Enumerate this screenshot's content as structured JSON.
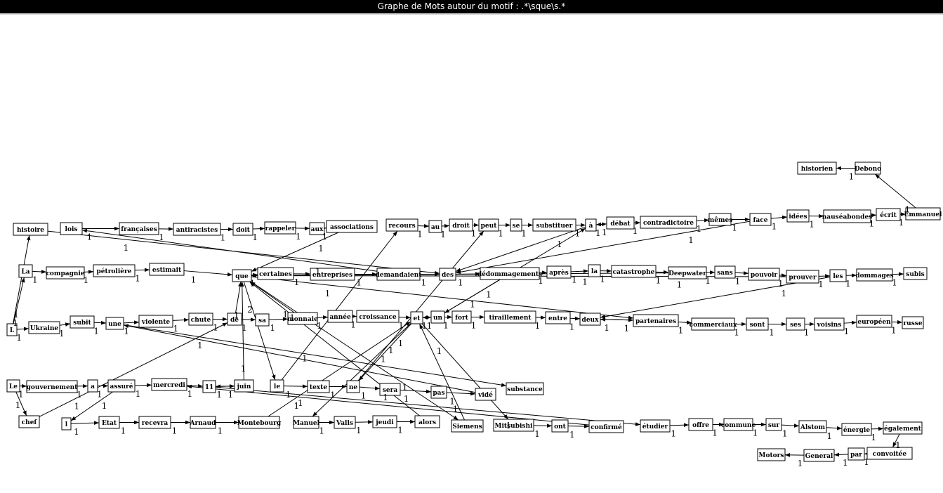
{
  "window": {
    "title": "Graphe de Mots autour du motif : .*\\sque\\s.*"
  },
  "graph": {
    "nodes": [
      {
        "id": "Debono",
        "label": "Debono"
      },
      {
        "id": "historien",
        "label": "historien"
      },
      {
        "id": "Emmanuel",
        "label": "Emmanuel"
      },
      {
        "id": "ecrit",
        "label": "écrit"
      },
      {
        "id": "nauseabondes",
        "label": "nauséabondes"
      },
      {
        "id": "idees",
        "label": "idées"
      },
      {
        "id": "face",
        "label": "face"
      },
      {
        "id": "memes",
        "label": "mêmes"
      },
      {
        "id": "contradictoire",
        "label": "contradictoire"
      },
      {
        "id": "debat",
        "label": "débat"
      },
      {
        "id": "a_acc",
        "label": "à"
      },
      {
        "id": "substituer",
        "label": "substituer"
      },
      {
        "id": "se",
        "label": "se"
      },
      {
        "id": "peut",
        "label": "peut"
      },
      {
        "id": "droit",
        "label": "droit"
      },
      {
        "id": "au",
        "label": "au"
      },
      {
        "id": "recours",
        "label": "recours"
      },
      {
        "id": "histoire",
        "label": "histoire"
      },
      {
        "id": "lois",
        "label": "lois"
      },
      {
        "id": "francaises",
        "label": "françaises"
      },
      {
        "id": "antiracistes",
        "label": "antiracistes"
      },
      {
        "id": "doit",
        "label": "doit"
      },
      {
        "id": "rappeler",
        "label": "rappeler"
      },
      {
        "id": "aux",
        "label": "aux"
      },
      {
        "id": "associations",
        "label": "associations"
      },
      {
        "id": "La",
        "label": "La"
      },
      {
        "id": "compagnie",
        "label": "compagnie"
      },
      {
        "id": "petroliere",
        "label": "pétrolière"
      },
      {
        "id": "estimait",
        "label": "estimait"
      },
      {
        "id": "que",
        "label": "que"
      },
      {
        "id": "certaines",
        "label": "certaines"
      },
      {
        "id": "entreprises",
        "label": "entreprises"
      },
      {
        "id": "demandaient",
        "label": "demandaient"
      },
      {
        "id": "des",
        "label": "des"
      },
      {
        "id": "dedommagements",
        "label": "dédommagements"
      },
      {
        "id": "apres",
        "label": "après"
      },
      {
        "id": "la",
        "label": "la"
      },
      {
        "id": "catastrophe",
        "label": "catastrophe"
      },
      {
        "id": "Deepwater",
        "label": "Deepwater"
      },
      {
        "id": "sans",
        "label": "sans"
      },
      {
        "id": "pouvoir",
        "label": "pouvoir"
      },
      {
        "id": "prouver",
        "label": "prouver"
      },
      {
        "id": "les",
        "label": "les"
      },
      {
        "id": "dommages",
        "label": "dommages"
      },
      {
        "id": "subis",
        "label": "subis"
      },
      {
        "id": "L",
        "label": "L"
      },
      {
        "id": "Ukraine",
        "label": "Ukraine"
      },
      {
        "id": "subit",
        "label": "subit"
      },
      {
        "id": "une",
        "label": "une"
      },
      {
        "id": "violente",
        "label": "violente"
      },
      {
        "id": "chute",
        "label": "chute"
      },
      {
        "id": "de",
        "label": "de"
      },
      {
        "id": "sa",
        "label": "sa"
      },
      {
        "id": "monnaie",
        "label": "monnaie"
      },
      {
        "id": "annee",
        "label": "année"
      },
      {
        "id": "croissance",
        "label": "croissance"
      },
      {
        "id": "et",
        "label": "et"
      },
      {
        "id": "un",
        "label": "un"
      },
      {
        "id": "fort",
        "label": "fort"
      },
      {
        "id": "tiraillement",
        "label": "tiraillement"
      },
      {
        "id": "entre",
        "label": "entre"
      },
      {
        "id": "deux",
        "label": "deux"
      },
      {
        "id": "partenaires",
        "label": "partenaires"
      },
      {
        "id": "commerciaux",
        "label": "commerciaux"
      },
      {
        "id": "sont",
        "label": "sont"
      },
      {
        "id": "ses",
        "label": "ses"
      },
      {
        "id": "voisins",
        "label": "voisins"
      },
      {
        "id": "europeen",
        "label": "européen"
      },
      {
        "id": "russe",
        "label": "russe"
      },
      {
        "id": "Le",
        "label": "Le"
      },
      {
        "id": "gouvernement",
        "label": "gouvernement"
      },
      {
        "id": "a_verb",
        "label": "a"
      },
      {
        "id": "assure",
        "label": "assuré"
      },
      {
        "id": "mercredi",
        "label": "mercredi"
      },
      {
        "id": "n11",
        "label": "11"
      },
      {
        "id": "juin",
        "label": "juin"
      },
      {
        "id": "le",
        "label": "le"
      },
      {
        "id": "texte",
        "label": "texte"
      },
      {
        "id": "ne",
        "label": "ne"
      },
      {
        "id": "sera",
        "label": "sera"
      },
      {
        "id": "pas",
        "label": "pas"
      },
      {
        "id": "vide",
        "label": "vidé"
      },
      {
        "id": "substance",
        "label": "substance"
      },
      {
        "id": "chef",
        "label": "chef"
      },
      {
        "id": "l_ap",
        "label": "l"
      },
      {
        "id": "Etat",
        "label": "Etat"
      },
      {
        "id": "recevra",
        "label": "recevra"
      },
      {
        "id": "Arnaud",
        "label": "Arnaud"
      },
      {
        "id": "Montebourg",
        "label": "Montebourg"
      },
      {
        "id": "Manuel",
        "label": "Manuel"
      },
      {
        "id": "Valls",
        "label": "Valls"
      },
      {
        "id": "jeudi",
        "label": "jeudi"
      },
      {
        "id": "alors",
        "label": "alors"
      },
      {
        "id": "Siemens",
        "label": "Siemens"
      },
      {
        "id": "Mitsubishi",
        "label": "Mitsubishi"
      },
      {
        "id": "ont",
        "label": "ont"
      },
      {
        "id": "confirme",
        "label": "confirmé"
      },
      {
        "id": "etudier",
        "label": "étudier"
      },
      {
        "id": "offre",
        "label": "offre"
      },
      {
        "id": "commune",
        "label": "commune"
      },
      {
        "id": "sur",
        "label": "sur"
      },
      {
        "id": "Alstom",
        "label": "Alstom"
      },
      {
        "id": "energie",
        "label": "énergie"
      },
      {
        "id": "egalement",
        "label": "également"
      },
      {
        "id": "convoitee",
        "label": "convoitée"
      },
      {
        "id": "par",
        "label": "par"
      },
      {
        "id": "General",
        "label": "General"
      },
      {
        "id": "Motors",
        "label": "Motors"
      }
    ],
    "edges": [
      {
        "from": "Debono",
        "to": "historien",
        "weight": "1"
      },
      {
        "from": "Emmanuel",
        "to": "Debono",
        "weight": "1"
      },
      {
        "from": "ecrit",
        "to": "Emmanuel",
        "weight": "1"
      },
      {
        "from": "nauseabondes",
        "to": "ecrit",
        "weight": "1"
      },
      {
        "from": "idees",
        "to": "nauseabondes",
        "weight": "1"
      },
      {
        "from": "face",
        "to": "idees",
        "weight": "1"
      },
      {
        "from": "memes",
        "to": "face",
        "weight": "1"
      },
      {
        "from": "contradictoire",
        "to": "memes",
        "weight": "1"
      },
      {
        "from": "debat",
        "to": "contradictoire",
        "weight": "1"
      },
      {
        "from": "a_acc",
        "to": "debat",
        "weight": "1"
      },
      {
        "from": "debat",
        "to": "a_acc",
        "weight": "1"
      },
      {
        "from": "substituer",
        "to": "a_acc",
        "weight": "1"
      },
      {
        "from": "se",
        "to": "substituer",
        "weight": "1"
      },
      {
        "from": "peut",
        "to": "se",
        "weight": "1"
      },
      {
        "from": "droit",
        "to": "peut",
        "weight": "1"
      },
      {
        "from": "au",
        "to": "droit",
        "weight": "1"
      },
      {
        "from": "recours",
        "to": "au",
        "weight": "1"
      },
      {
        "from": "lois",
        "to": "francaises",
        "weight": "1"
      },
      {
        "from": "francaises",
        "to": "antiracistes",
        "weight": "1"
      },
      {
        "from": "antiracistes",
        "to": "doit",
        "weight": "1"
      },
      {
        "from": "doit",
        "to": "rappeler",
        "weight": "1"
      },
      {
        "from": "rappeler",
        "to": "aux",
        "weight": "1"
      },
      {
        "from": "aux",
        "to": "associations",
        "weight": "1"
      },
      {
        "from": "associations",
        "to": "que",
        "weight": "1"
      },
      {
        "from": "demandaient",
        "to": "lois",
        "weight": "1"
      },
      {
        "from": "histoire",
        "to": "des",
        "weight": "1"
      },
      {
        "from": "L",
        "to": "histoire",
        "weight": "1"
      },
      {
        "from": "L",
        "to": "La",
        "weight": "1"
      },
      {
        "from": "L",
        "to": "Ukraine",
        "weight": "1"
      },
      {
        "from": "La",
        "to": "compagnie",
        "weight": "1"
      },
      {
        "from": "compagnie",
        "to": "petroliere",
        "weight": "1"
      },
      {
        "from": "petroliere",
        "to": "estimait",
        "weight": "1"
      },
      {
        "from": "estimait",
        "to": "que",
        "weight": "1"
      },
      {
        "from": "que",
        "to": "certaines",
        "weight": "1"
      },
      {
        "from": "certaines",
        "to": "entreprises",
        "weight": "1"
      },
      {
        "from": "entreprises",
        "to": "demandaient",
        "weight": "1"
      },
      {
        "from": "demandaient",
        "to": "des",
        "weight": "1"
      },
      {
        "from": "des",
        "to": "dedommagements",
        "weight": "1"
      },
      {
        "from": "dedommagements",
        "to": "apres",
        "weight": "1"
      },
      {
        "from": "apres",
        "to": "la",
        "weight": "1"
      },
      {
        "from": "la",
        "to": "catastrophe",
        "weight": "1"
      },
      {
        "from": "catastrophe",
        "to": "Deepwater",
        "weight": "1"
      },
      {
        "from": "Deepwater",
        "to": "sans",
        "weight": "1"
      },
      {
        "from": "sans",
        "to": "pouvoir",
        "weight": "1"
      },
      {
        "from": "pouvoir",
        "to": "prouver",
        "weight": "1"
      },
      {
        "from": "prouver",
        "to": "les",
        "weight": "1"
      },
      {
        "from": "les",
        "to": "dommages",
        "weight": "1"
      },
      {
        "from": "dommages",
        "to": "subis",
        "weight": "1"
      },
      {
        "from": "a_acc",
        "to": "des",
        "weight": "1"
      },
      {
        "from": "face",
        "to": "des",
        "weight": "1"
      },
      {
        "from": "Deepwater",
        "to": "que",
        "weight": "1"
      },
      {
        "from": "prouver",
        "to": "que",
        "weight": "1"
      },
      {
        "from": "Ukraine",
        "to": "subit",
        "weight": "1"
      },
      {
        "from": "subit",
        "to": "une",
        "weight": "1"
      },
      {
        "from": "une",
        "to": "violente",
        "weight": "1"
      },
      {
        "from": "violente",
        "to": "chute",
        "weight": "1"
      },
      {
        "from": "chute",
        "to": "de",
        "weight": "1"
      },
      {
        "from": "de",
        "to": "sa",
        "weight": "1"
      },
      {
        "from": "sa",
        "to": "monnaie",
        "weight": "1"
      },
      {
        "from": "monnaie",
        "to": "annee",
        "weight": "1"
      },
      {
        "from": "annee",
        "to": "croissance",
        "weight": "1"
      },
      {
        "from": "croissance",
        "to": "et",
        "weight": "1"
      },
      {
        "from": "et",
        "to": "un",
        "weight": "1"
      },
      {
        "from": "un",
        "to": "et",
        "weight": "1"
      },
      {
        "from": "un",
        "to": "fort",
        "weight": "1"
      },
      {
        "from": "fort",
        "to": "tiraillement",
        "weight": "1"
      },
      {
        "from": "tiraillement",
        "to": "entre",
        "weight": "1"
      },
      {
        "from": "entre",
        "to": "deux",
        "weight": "1"
      },
      {
        "from": "deux",
        "to": "partenaires",
        "weight": "1"
      },
      {
        "from": "partenaires",
        "to": "deux",
        "weight": "1"
      },
      {
        "from": "partenaires",
        "to": "commerciaux",
        "weight": "1"
      },
      {
        "from": "commerciaux",
        "to": "sont",
        "weight": "1"
      },
      {
        "from": "sont",
        "to": "ses",
        "weight": "1"
      },
      {
        "from": "ses",
        "to": "voisins",
        "weight": "1"
      },
      {
        "from": "voisins",
        "to": "europeen",
        "weight": "1"
      },
      {
        "from": "europeen",
        "to": "russe",
        "weight": "1"
      },
      {
        "from": "monnaie",
        "to": "que",
        "weight": "1"
      },
      {
        "from": "les",
        "to": "deux",
        "weight": "1"
      },
      {
        "from": "que",
        "to": "partenaires",
        "weight": "1"
      },
      {
        "from": "dedommagements",
        "to": "un",
        "weight": "1"
      },
      {
        "from": "un",
        "to": "a_acc",
        "weight": "1"
      },
      {
        "from": "Le",
        "to": "gouvernement",
        "weight": "1"
      },
      {
        "from": "Le",
        "to": "chef",
        "weight": "1"
      },
      {
        "from": "gouvernement",
        "to": "a_verb",
        "weight": "1"
      },
      {
        "from": "a_verb",
        "to": "assure",
        "weight": "1"
      },
      {
        "from": "assure",
        "to": "mercredi",
        "weight": "1"
      },
      {
        "from": "mercredi",
        "to": "n11",
        "weight": "1"
      },
      {
        "from": "n11",
        "to": "juin",
        "weight": "1"
      },
      {
        "from": "juin",
        "to": "n11",
        "weight": "1"
      },
      {
        "from": "juin",
        "to": "que",
        "weight": "1"
      },
      {
        "from": "que",
        "to": "le",
        "weight": "2"
      },
      {
        "from": "le",
        "to": "texte",
        "weight": "1"
      },
      {
        "from": "texte",
        "to": "ne",
        "weight": "1"
      },
      {
        "from": "ne",
        "to": "sera",
        "weight": "1"
      },
      {
        "from": "sera",
        "to": "pas",
        "weight": "1"
      },
      {
        "from": "pas",
        "to": "vide",
        "weight": "1"
      },
      {
        "from": "vide",
        "to": "une",
        "weight": "1"
      },
      {
        "from": "une",
        "to": "substance",
        "weight": "1"
      },
      {
        "from": "de",
        "to": "que",
        "weight": "1"
      },
      {
        "from": "chef",
        "to": "de",
        "weight": "1"
      },
      {
        "from": "assure",
        "to": "l_ap",
        "weight": "1"
      },
      {
        "from": "l_ap",
        "to": "Etat",
        "weight": "1"
      },
      {
        "from": "Etat",
        "to": "recevra",
        "weight": "1"
      },
      {
        "from": "recevra",
        "to": "Arnaud",
        "weight": "1"
      },
      {
        "from": "Arnaud",
        "to": "Montebourg",
        "weight": "1"
      },
      {
        "from": "Montebourg",
        "to": "et",
        "weight": "1"
      },
      {
        "from": "le",
        "to": "recours",
        "weight": "1"
      },
      {
        "from": "ne",
        "to": "peut",
        "weight": "1"
      },
      {
        "from": "et",
        "to": "ne",
        "weight": "1"
      },
      {
        "from": "Manuel",
        "to": "Valls",
        "weight": "1"
      },
      {
        "from": "Valls",
        "to": "jeudi",
        "weight": "1"
      },
      {
        "from": "jeudi",
        "to": "alors",
        "weight": "1"
      },
      {
        "from": "alors",
        "to": "que",
        "weight": "1"
      },
      {
        "from": "et",
        "to": "Manuel",
        "weight": "1"
      },
      {
        "from": "que",
        "to": "Siemens",
        "weight": "1"
      },
      {
        "from": "Siemens",
        "to": "et",
        "weight": "1"
      },
      {
        "from": "et",
        "to": "Mitsubishi",
        "weight": "1"
      },
      {
        "from": "Mitsubishi",
        "to": "ont",
        "weight": "1"
      },
      {
        "from": "ont",
        "to": "confirme",
        "weight": "1"
      },
      {
        "from": "confirme",
        "to": "mercredi",
        "weight": "1"
      },
      {
        "from": "n11",
        "to": "etudier",
        "weight": "1"
      },
      {
        "from": "etudier",
        "to": "offre",
        "weight": "1"
      },
      {
        "from": "offre",
        "to": "commune",
        "weight": "1"
      },
      {
        "from": "commune",
        "to": "sur",
        "weight": "1"
      },
      {
        "from": "sur",
        "to": "Alstom",
        "weight": "1"
      },
      {
        "from": "Alstom",
        "to": "energie",
        "weight": "1"
      },
      {
        "from": "energie",
        "to": "egalement",
        "weight": "1"
      },
      {
        "from": "egalement",
        "to": "convoitee",
        "weight": "1"
      },
      {
        "from": "convoitee",
        "to": "par",
        "weight": "1"
      },
      {
        "from": "par",
        "to": "General",
        "weight": "1"
      },
      {
        "from": "General",
        "to": "Motors",
        "weight": "1"
      }
    ]
  }
}
